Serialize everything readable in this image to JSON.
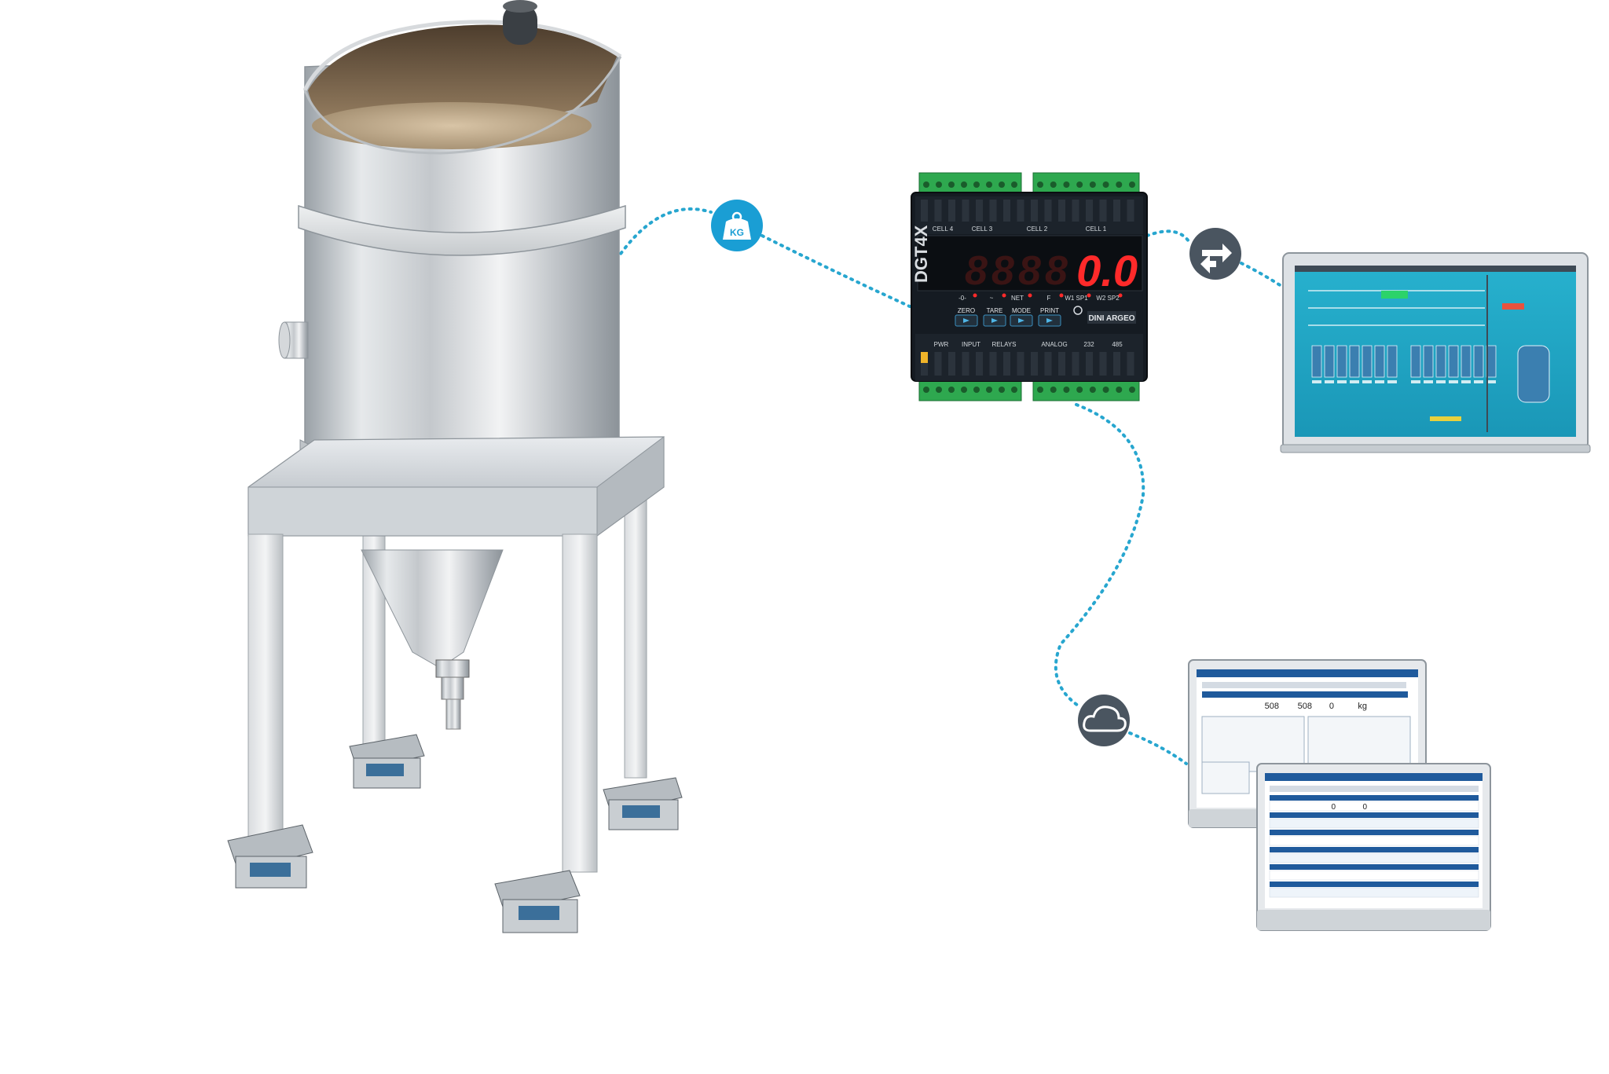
{
  "colors": {
    "connector": "#27a6cf",
    "kg_badge": "#1a9ed4",
    "icon_badge": "#4a5560",
    "display_digit": "#ff2a2a",
    "indicator_body": "#151b22",
    "terminal_green": "#2ea84f",
    "scada_bg": "#21a9c7",
    "web_header": "#1f5a9c"
  },
  "indicator": {
    "brand_vertical": "DGT4X",
    "brand_plate": "DINI ARGEO",
    "cells": [
      "CELL 4",
      "CELL 3",
      "CELL 2",
      "CELL 1"
    ],
    "display_value": "0.0",
    "led_labels": [
      "-0-",
      "~",
      "NET",
      "F",
      "W1 SP1",
      "W2 SP2"
    ],
    "keys": [
      "ZERO",
      "TARE",
      "MODE",
      "PRINT"
    ],
    "bottom_labels": [
      "PWR",
      "INPUT",
      "RELAYS",
      "ANALOG",
      "232",
      "485"
    ]
  },
  "icons": {
    "weight_badge": "kg-weight-icon",
    "weight_label": "KG",
    "exchange_badge": "sync-arrows-icon",
    "cloud_badge": "cloud-icon"
  },
  "webapp": {
    "back_values": [
      "508",
      "508",
      "0",
      "kg"
    ],
    "front_values": [
      "0",
      "0"
    ]
  }
}
